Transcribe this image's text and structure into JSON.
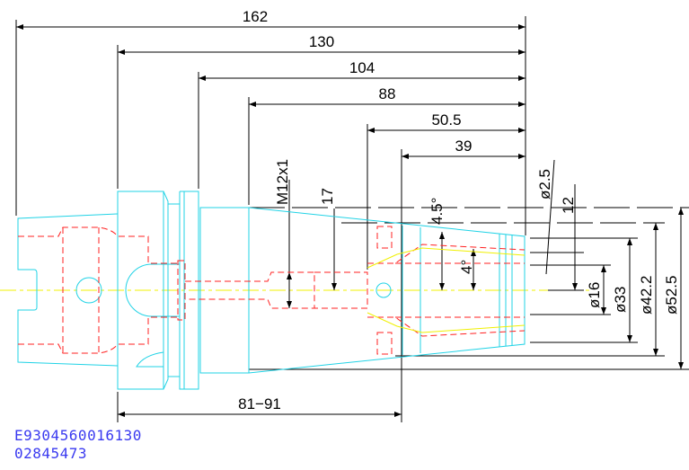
{
  "dimensions": {
    "total_length": "162",
    "length_130": "130",
    "length_104": "104",
    "length_88": "88",
    "length_50_5": "50.5",
    "length_39": "39",
    "gauge_length": "81−91",
    "thread": "M12x1",
    "depth_17": "17",
    "angle_outer": "4.5°",
    "angle_inner": "4°",
    "dia_2_5": "ø2.5",
    "depth_12": "12",
    "dia_16": "ø16",
    "dia_33": "ø33",
    "dia_42_2": "ø42.2",
    "dia_52_5": "ø52.5"
  },
  "part_numbers": [
    "E9304560016130",
    "02845473"
  ],
  "colors": {
    "outline": "#22d3e6",
    "hidden": "#ff2020",
    "center": "#f0f000",
    "code_text": "#3a3af0"
  }
}
